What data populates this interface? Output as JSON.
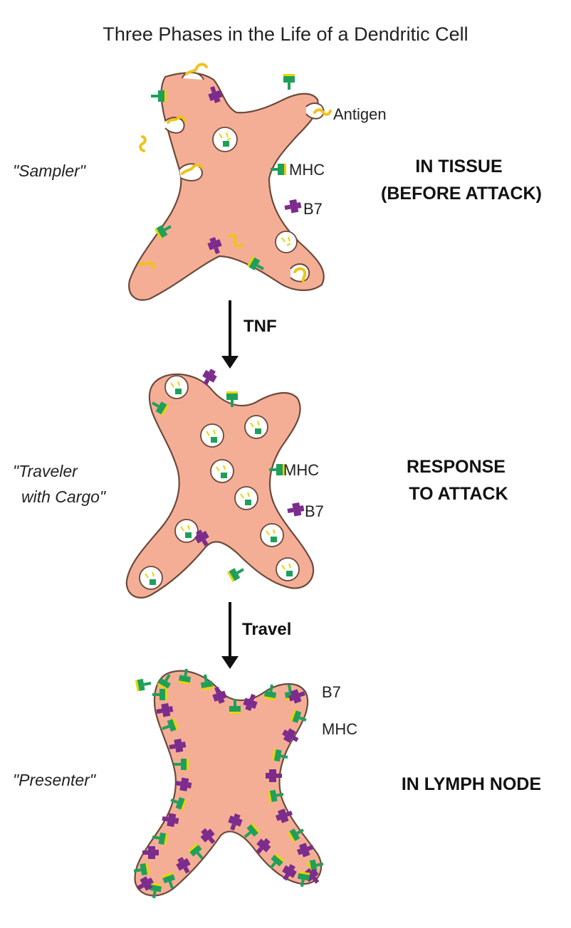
{
  "title": "Three Phases in the Life of a Dendritic Cell",
  "colors": {
    "cell_fill": "#f5ae96",
    "cell_stroke": "#6b4a3c",
    "mhc": "#1fa05a",
    "mhc_cap": "#e8d400",
    "b7": "#7b2c8c",
    "antigen": "#f0c21c",
    "arrow": "#111111"
  },
  "stages": [
    {
      "role_label": "\"Sampler\"",
      "phase_label": [
        "IN TISSUE",
        "(BEFORE ATTACK)"
      ],
      "annotations": {
        "antigen": "Antigen",
        "mhc": "MHC",
        "b7": "B7"
      }
    },
    {
      "role_label": [
        "\"Traveler",
        "with Cargo\""
      ],
      "phase_label": [
        "RESPONSE",
        "TO ATTACK"
      ],
      "annotations": {
        "mhc": "MHC",
        "b7": "B7"
      }
    },
    {
      "role_label": "\"Presenter\"",
      "phase_label": "IN LYMPH NODE",
      "annotations": {
        "b7": "B7",
        "mhc": "MHC"
      }
    }
  ],
  "arrows": [
    {
      "label": "TNF"
    },
    {
      "label": "Travel"
    }
  ]
}
